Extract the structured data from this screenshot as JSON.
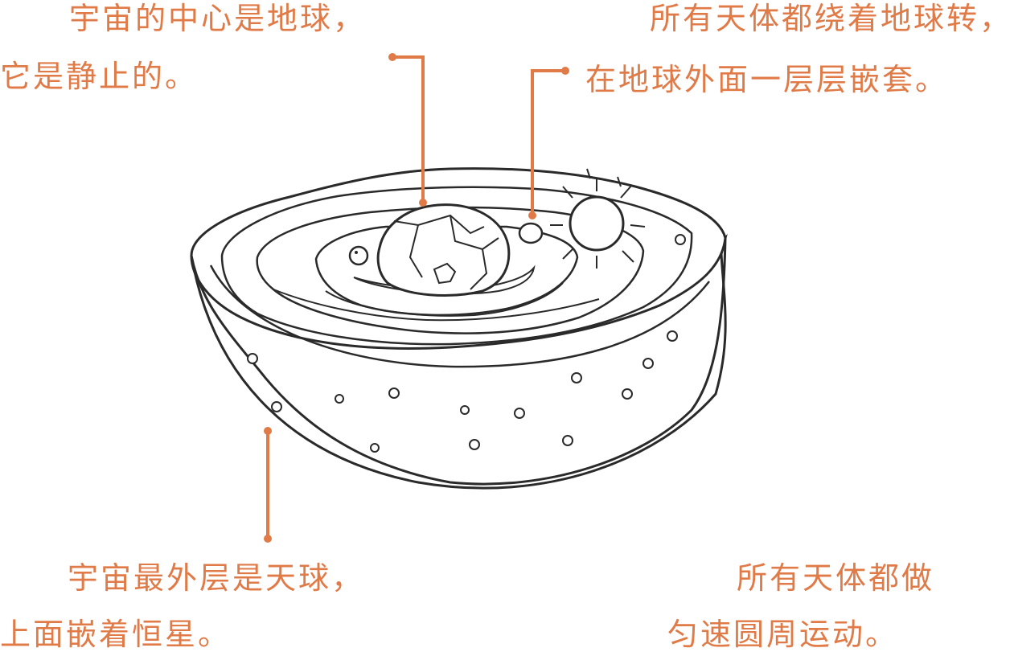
{
  "captions": {
    "earth_center_line1": "宇宙的中心是地球，",
    "earth_center_line2": "它是静止的。",
    "orbits_line1": "所有天体都绕着地球转，",
    "orbits_line2": "在地球外面一层层嵌套。",
    "celestial_sphere_line1": "宇宙最外层是天球，",
    "celestial_sphere_line2": "上面嵌着恒星。",
    "uniform_motion_line1": "所有天体都做",
    "uniform_motion_line2": "匀速圆周运动。"
  },
  "colors": {
    "accent": "#E07A47",
    "ink": "#2a2a2a",
    "background": "#ffffff"
  }
}
